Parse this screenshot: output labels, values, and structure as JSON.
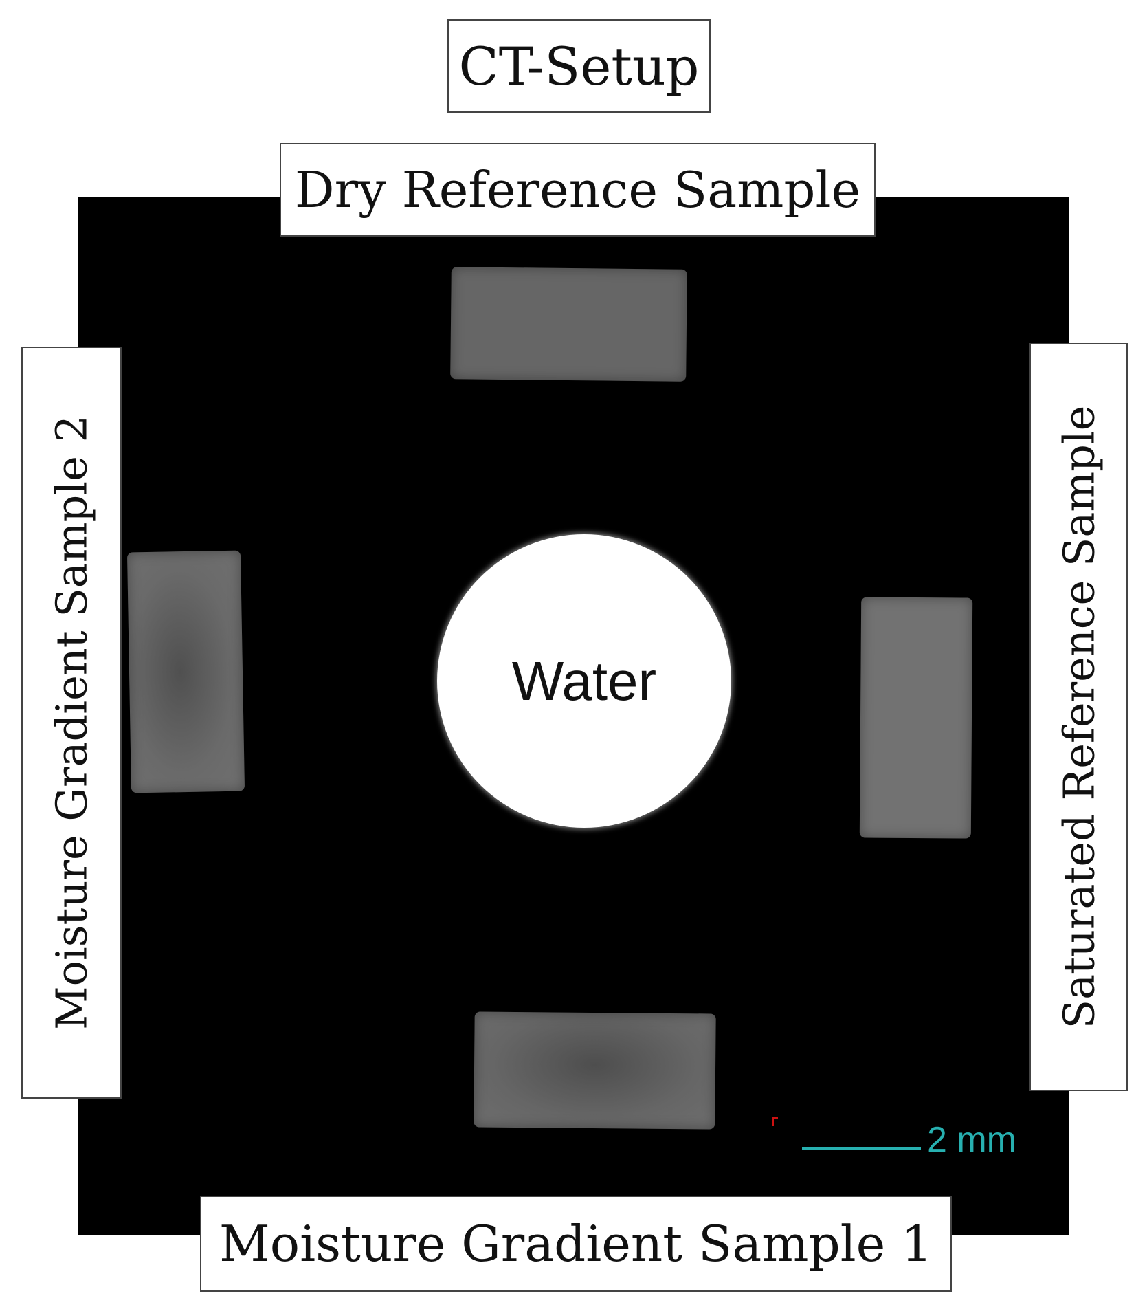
{
  "title": "CT-Setup",
  "labels": {
    "top": "Dry Reference Sample",
    "left": "Moisture Gradient Sample 2",
    "right": "Saturated Reference Sample",
    "bottom": "Moisture Gradient Sample 1",
    "center": "Water"
  },
  "scale_bar": {
    "label": "2 mm",
    "color": "#27b0b0"
  },
  "colors": {
    "scan_background": "#000000",
    "sample_gray": "#6a6a6a",
    "water": "#ffffff",
    "marker": "#cc1111"
  }
}
